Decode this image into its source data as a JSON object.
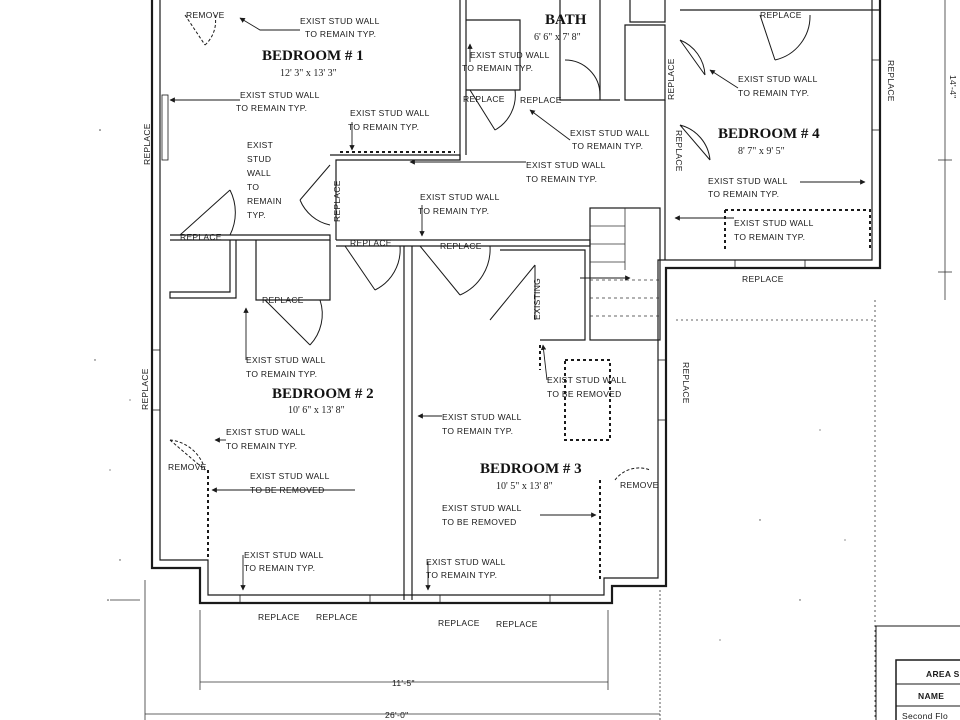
{
  "rooms": {
    "bath": {
      "title": "BATH",
      "dims": "6' 6\" x 7' 8\""
    },
    "bedroom1": {
      "title": "BEDROOM # 1",
      "dims": "12' 3\" x 13' 3\""
    },
    "bedroom2": {
      "title": "BEDROOM # 2",
      "dims": "10' 6\" x 13' 8\""
    },
    "bedroom3": {
      "title": "BEDROOM # 3",
      "dims": "10' 5\" x 13' 8\""
    },
    "bedroom4": {
      "title": "BEDROOM # 4",
      "dims": "8' 7\" x 9' 5\""
    }
  },
  "notes": {
    "remain_a": "EXIST STUD WALL",
    "remain_b": "TO REMAIN TYP.",
    "removed_a": "EXIST STUD WALL",
    "removed_b": "TO BE REMOVED",
    "stud_vertical": [
      "EXIST",
      "STUD",
      "WALL",
      "TO",
      "REMAIN",
      "TYP."
    ]
  },
  "tags": {
    "replace": "REPLACE",
    "remove": "REMOVE",
    "existing": "EXISTING"
  },
  "dimensions": {
    "inner": "11'-5\"",
    "outer": "26'-0\"",
    "side": "14'-4\""
  },
  "title_block": {
    "header": "AREA S",
    "name_label": "NAME",
    "footer": "Second Flo"
  }
}
